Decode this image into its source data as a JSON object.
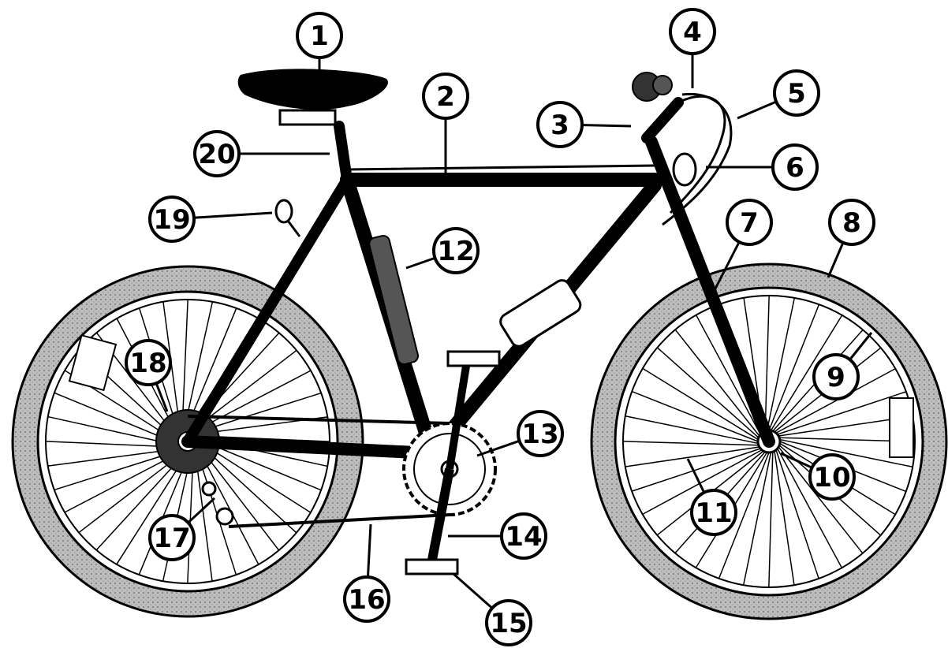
{
  "diagram": {
    "subject": "bicycle",
    "callouts": [
      {
        "id": "1",
        "label": "1"
      },
      {
        "id": "2",
        "label": "2"
      },
      {
        "id": "3",
        "label": "3"
      },
      {
        "id": "4",
        "label": "4"
      },
      {
        "id": "5",
        "label": "5"
      },
      {
        "id": "6",
        "label": "6"
      },
      {
        "id": "7",
        "label": "7"
      },
      {
        "id": "8",
        "label": "8"
      },
      {
        "id": "9",
        "label": "9"
      },
      {
        "id": "10",
        "label": "10"
      },
      {
        "id": "11",
        "label": "11"
      },
      {
        "id": "12",
        "label": "12"
      },
      {
        "id": "13",
        "label": "13"
      },
      {
        "id": "14",
        "label": "14"
      },
      {
        "id": "15",
        "label": "15"
      },
      {
        "id": "16",
        "label": "16"
      },
      {
        "id": "17",
        "label": "17"
      },
      {
        "id": "18",
        "label": "18"
      },
      {
        "id": "19",
        "label": "19"
      },
      {
        "id": "20",
        "label": "20"
      }
    ]
  }
}
